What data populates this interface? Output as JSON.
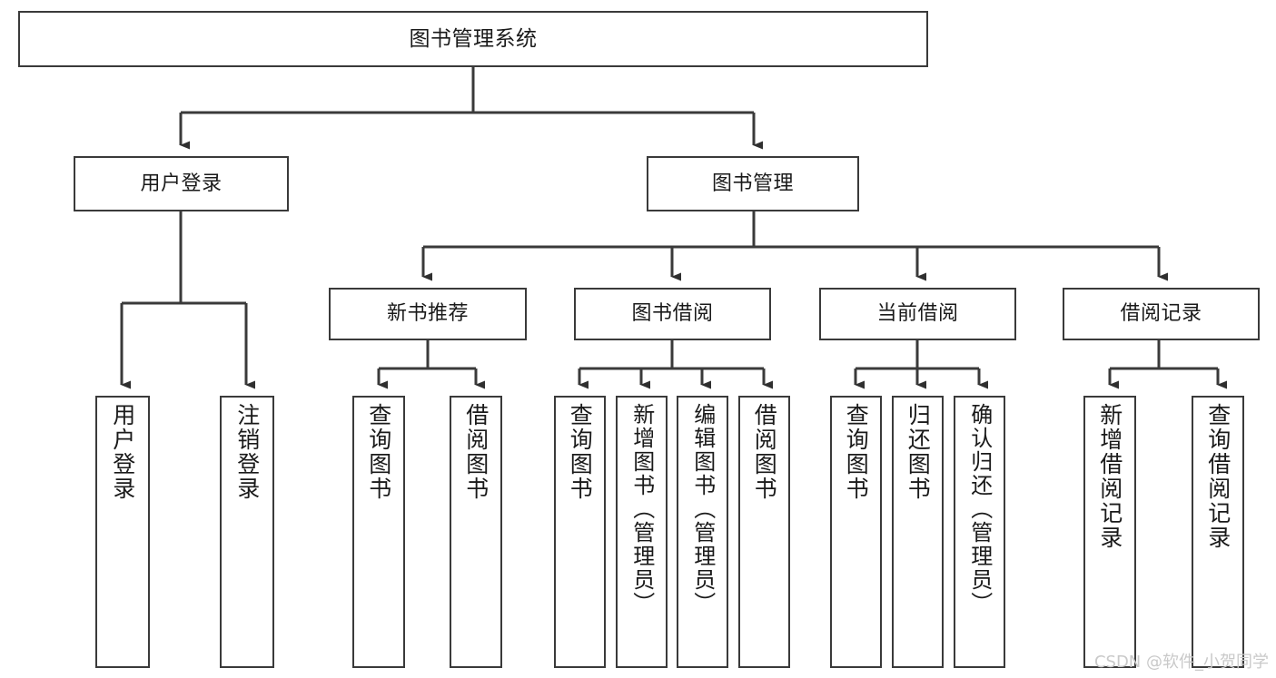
{
  "diagram": {
    "title": "图书管理系统",
    "watermark": "CSDN @软件_小贺同学",
    "line_color": "#3a3a3a",
    "box_fill": "#ffffff",
    "text_color": "#1a1a1a",
    "watermark_color": "#c9c9c9"
  },
  "nodes": {
    "root": {
      "label": "图书管理系统"
    },
    "level2": [
      {
        "id": "user-login",
        "label": "用户登录"
      },
      {
        "id": "book-manage",
        "label": "图书管理"
      }
    ],
    "level3": [
      {
        "id": "new-book-recommend",
        "label": "新书推荐"
      },
      {
        "id": "book-borrow",
        "label": "图书借阅"
      },
      {
        "id": "current-borrow",
        "label": "当前借阅"
      },
      {
        "id": "borrow-record",
        "label": "借阅记录"
      }
    ],
    "leaves": {
      "user_login": [
        {
          "id": "leaf-user-login",
          "label": "用户登录"
        },
        {
          "id": "leaf-logout-login",
          "label": "注销登录"
        }
      ],
      "new_book_recommend": [
        {
          "id": "leaf-query-book-1",
          "label": "查询图书"
        },
        {
          "id": "leaf-borrow-book-1",
          "label": "借阅图书"
        }
      ],
      "book_borrow": [
        {
          "id": "leaf-query-book-2",
          "label": "查询图书"
        },
        {
          "id": "leaf-add-book",
          "label": "新增图书（管理员）"
        },
        {
          "id": "leaf-edit-book",
          "label": "编辑图书（管理员）"
        },
        {
          "id": "leaf-borrow-book-2",
          "label": "借阅图书"
        }
      ],
      "current_borrow": [
        {
          "id": "leaf-query-book-3",
          "label": "查询图书"
        },
        {
          "id": "leaf-return-book",
          "label": "归还图书"
        },
        {
          "id": "leaf-confirm-return",
          "label": "确认归还（管理员）"
        }
      ],
      "borrow_record": [
        {
          "id": "leaf-add-record",
          "label": "新增借阅记录"
        },
        {
          "id": "leaf-query-record",
          "label": "查询借阅记录"
        }
      ]
    }
  }
}
